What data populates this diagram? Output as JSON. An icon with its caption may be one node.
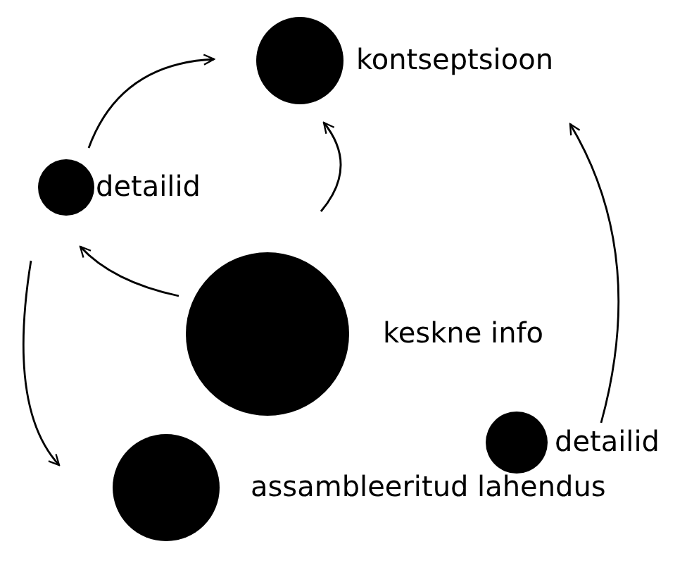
{
  "diagram": {
    "nodes": [
      {
        "text": [
          "kontseptsioon"
        ]
      },
      {
        "text": [
          "detailid"
        ]
      },
      {
        "text": [
          "keskne info"
        ]
      },
      {
        "text": [
          "detailid"
        ]
      },
      {
        "text": [
          "assambleeritud lahendus"
        ]
      }
    ],
    "edges": [
      {
        "from": 1,
        "to": 0,
        "arrow": "to"
      },
      {
        "from": 2,
        "to": 0,
        "arrow": "to"
      },
      {
        "from": 2,
        "to": 1,
        "arrow": "to"
      },
      {
        "from": 1,
        "to": 4,
        "arrow": "to"
      },
      {
        "from": 3,
        "to": 0,
        "arrow": "to"
      }
    ]
  }
}
